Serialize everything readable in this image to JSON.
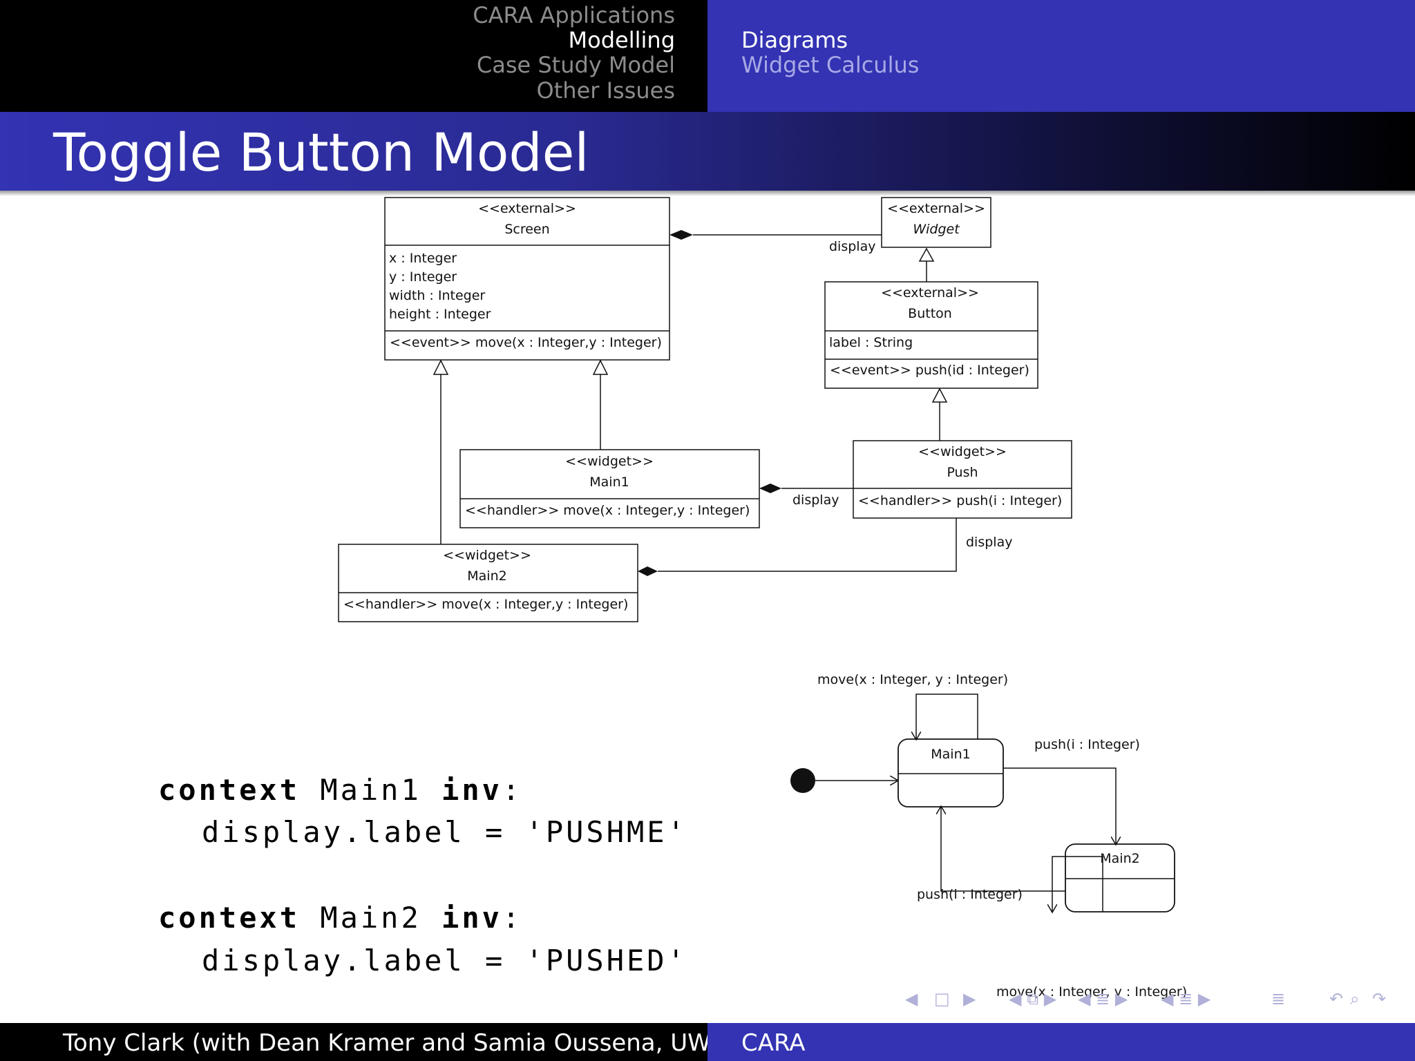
{
  "header": {
    "sections": [
      "CARA Applications",
      "Modelling",
      "Case Study Model",
      "Other Issues"
    ],
    "active_section": 1,
    "subsections": [
      "Diagrams",
      "Widget Calculus"
    ],
    "active_subsection": 0
  },
  "title": "Toggle Button Model",
  "class_diagram": {
    "screen": {
      "stereotype": "<<external>>",
      "name": "Screen",
      "attributes": [
        "x : Integer",
        "y : Integer",
        "width : Integer",
        "height : Integer"
      ],
      "operation": "<<event>> move(x : Integer,y : Integer)"
    },
    "widget": {
      "stereotype": "<<external>>",
      "name": "Widget"
    },
    "button": {
      "stereotype": "<<external>>",
      "name": "Button",
      "attribute": "label : String",
      "operation": "<<event>> push(id : Integer)"
    },
    "main1": {
      "stereotype": "<<widget>>",
      "name": "Main1",
      "operation": "<<handler>> move(x : Integer,y : Integer)"
    },
    "push": {
      "stereotype": "<<widget>>",
      "name": "Push",
      "operation": "<<handler>> push(i : Integer)"
    },
    "main2": {
      "stereotype": "<<widget>>",
      "name": "Main2",
      "operation": "<<handler>> move(x : Integer,y : Integer)"
    },
    "assoc_labels": [
      "display",
      "display",
      "display"
    ]
  },
  "state_diagram": {
    "states": [
      "Main1",
      "Main2"
    ],
    "transitions": {
      "main1_self": "move(x : Integer, y : Integer)",
      "main1_to_main2": "push(i : Integer)",
      "main2_to_main1": "push(i : Integer)",
      "main2_self": "move(x : Integer, y : Integer)"
    }
  },
  "ocl": [
    {
      "kw1": "context",
      "ctx": "Main1",
      "kw2": "inv",
      "colon": ":",
      "body": "display.label = 'PUSHME'"
    },
    {
      "kw1": "context",
      "ctx": "Main2",
      "kw2": "inv",
      "colon": ":",
      "body": "display.label = 'PUSHED'"
    }
  ],
  "footer": {
    "author": "Tony Clark (with Dean Kramer and Samia Oussena, UWL)",
    "short_title": "CARA"
  },
  "nav_icons": [
    "nav-prev-icon",
    "nav-frame-icon",
    "nav-next-icon",
    "nav-section-icon",
    "nav-subsection-icon",
    "nav-outline-icon",
    "nav-back-icon",
    "nav-search-icon",
    "nav-forward-icon"
  ]
}
